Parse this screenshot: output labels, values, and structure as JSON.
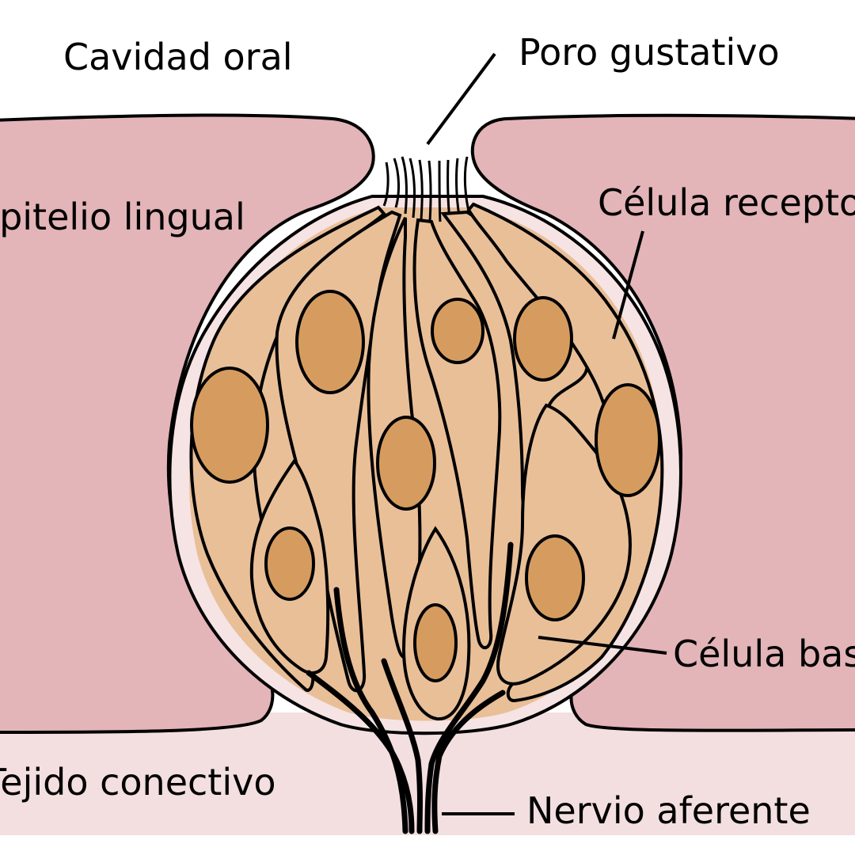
{
  "labels": {
    "oral_cavity": "Cavidad oral",
    "taste_pore": "Poro gustativo",
    "lingual_epithelium": "Epitelio lingual",
    "receptor_cell": "Célula receptora",
    "basal_cell": "Célula basal",
    "connective_tissue": "Tejido conectivo",
    "afferent_nerve": "Nervio aferente"
  },
  "colors": {
    "background": "#ffffff",
    "epithelium": "#e3b4b8",
    "connective_tissue": "#f3dfe0",
    "bud_membrane": "#f6e3e4",
    "cell_cytoplasm": "#e9bf98",
    "nucleus": "#d69c5f",
    "outline": "#000000"
  }
}
